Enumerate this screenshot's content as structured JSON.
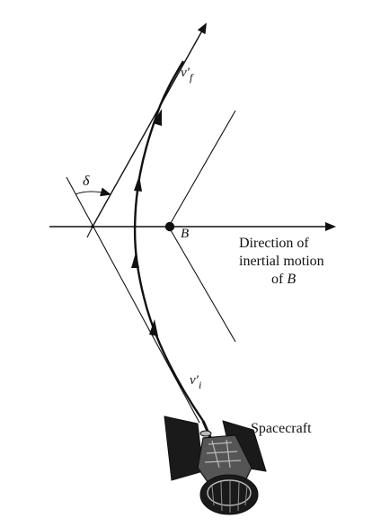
{
  "labels": {
    "final_velocity": "v′",
    "final_velocity_sub": "f",
    "deflection_angle": "δ",
    "body": "B",
    "direction_caption_line1": "Direction of",
    "direction_caption_line2": "inertial motion",
    "direction_caption_line3_prefix": "of ",
    "direction_caption_line3_body": "B",
    "initial_velocity": "v′",
    "initial_velocity_sub": "i",
    "spacecraft": "Spacecraft"
  },
  "colors": {
    "ink": "#111111",
    "background": "#ffffff",
    "spacecraft_dark": "#1a1a1a",
    "spacecraft_mid": "#555555",
    "spacecraft_light": "#bbbbbb"
  },
  "icons": {
    "spacecraft": "spacecraft-illustration",
    "body_marker": "filled-dot"
  }
}
